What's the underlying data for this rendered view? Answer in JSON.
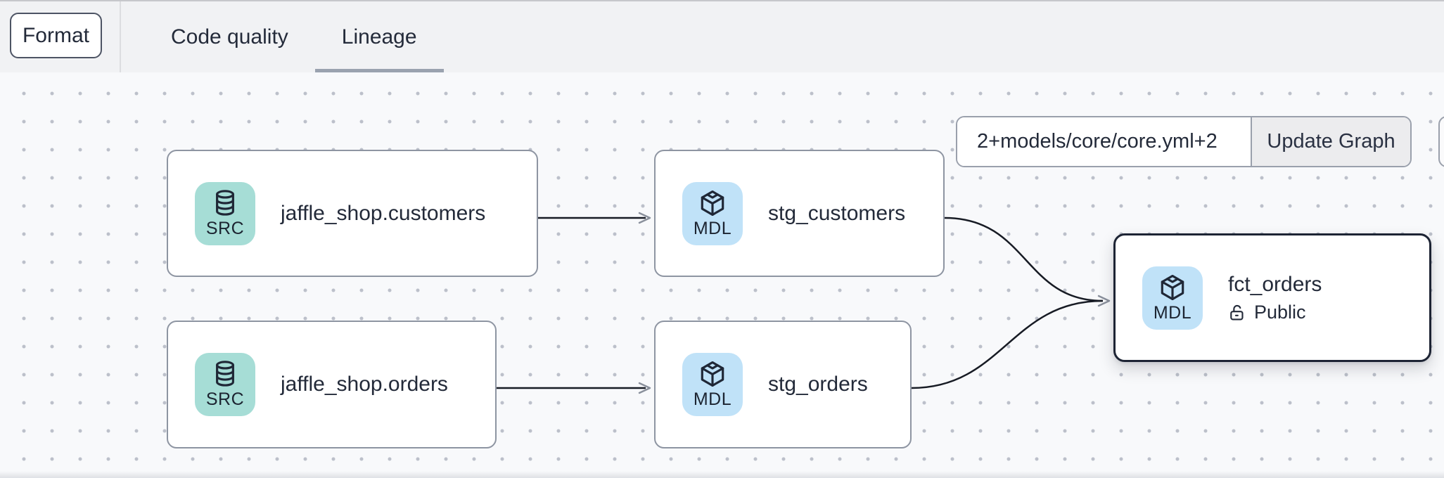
{
  "header": {
    "format_button": "Format",
    "tabs": [
      {
        "label": "Code quality",
        "active": false
      },
      {
        "label": "Lineage",
        "active": true
      }
    ]
  },
  "lineage": {
    "selector": {
      "value": "2+models/core/core.yml+2"
    },
    "update_button": "Update Graph",
    "nodes": [
      {
        "id": "jaffle_shop.customers",
        "badge": "SRC",
        "icon": "database-icon",
        "label": "jaffle_shop.customers",
        "type": "source"
      },
      {
        "id": "stg_customers",
        "badge": "MDL",
        "icon": "cube-icon",
        "label": "stg_customers",
        "type": "model"
      },
      {
        "id": "jaffle_shop.orders",
        "badge": "SRC",
        "icon": "database-icon",
        "label": "jaffle_shop.orders",
        "type": "source"
      },
      {
        "id": "stg_orders",
        "badge": "MDL",
        "icon": "cube-icon",
        "label": "stg_orders",
        "type": "model"
      },
      {
        "id": "fct_orders",
        "badge": "MDL",
        "icon": "cube-icon",
        "label": "fct_orders",
        "access": "Public",
        "type": "model",
        "selected": true
      }
    ],
    "edges": [
      {
        "from": "jaffle_shop.customers",
        "to": "stg_customers"
      },
      {
        "from": "jaffle_shop.orders",
        "to": "stg_orders"
      },
      {
        "from": "stg_customers",
        "to": "fct_orders"
      },
      {
        "from": "stg_orders",
        "to": "fct_orders"
      }
    ]
  },
  "colors": {
    "source_badge_bg": "#a6ddd6",
    "model_badge_bg": "#c0e2f8",
    "node_border": "#8e95a2",
    "selected_node_border": "#1d2434",
    "edge_stroke": "#171b24",
    "tab_underline": "#9aa2af",
    "header_bg": "#f1f2f4",
    "canvas_bg": "#f8f9fb"
  }
}
